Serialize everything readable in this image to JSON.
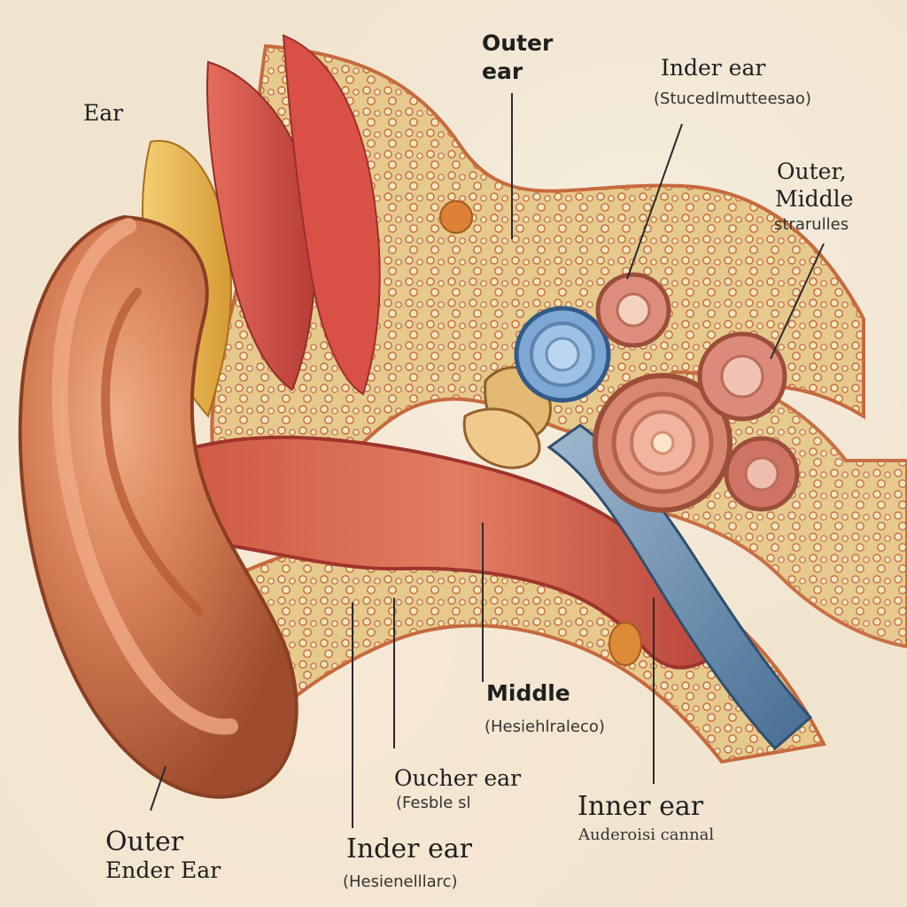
{
  "labels": {
    "ear": "Ear",
    "outer_ear_top_line1": "Outer",
    "outer_ear_top_line2": "ear",
    "inner_ear_top": "Inder ear",
    "inner_ear_top_sub": "(Stucedlmutteesao)",
    "outer_middle_line1": "Outer,",
    "outer_middle_line2": "Middle",
    "outer_middle_sub": "strarulles",
    "middle_bottom": "Middle",
    "middle_bottom_sub": "(Hesiehlraleco)",
    "outer_bottom_line1": "Outer",
    "outer_bottom_line2": "Ender Ear",
    "oucher_ear": "Oucher ear",
    "oucher_sub": "(Fesble sl",
    "inder_ear_bottom": "Inder ear",
    "inder_ear_bottom_sub": "(Hesienelllarc)",
    "inner_ear_right": "Inner ear",
    "inner_ear_right_sub": "Auderoisi cannal"
  },
  "colors": {
    "background": "#f1e4cf",
    "skin": "#d67f56",
    "skin_dark": "#9e4c2d",
    "tissue_red": "#c9443c",
    "bone": "#e6c98d",
    "bone_pore": "#c66a3e",
    "cochlea": "#d8876e",
    "blue_canal": "#5f87ad"
  }
}
